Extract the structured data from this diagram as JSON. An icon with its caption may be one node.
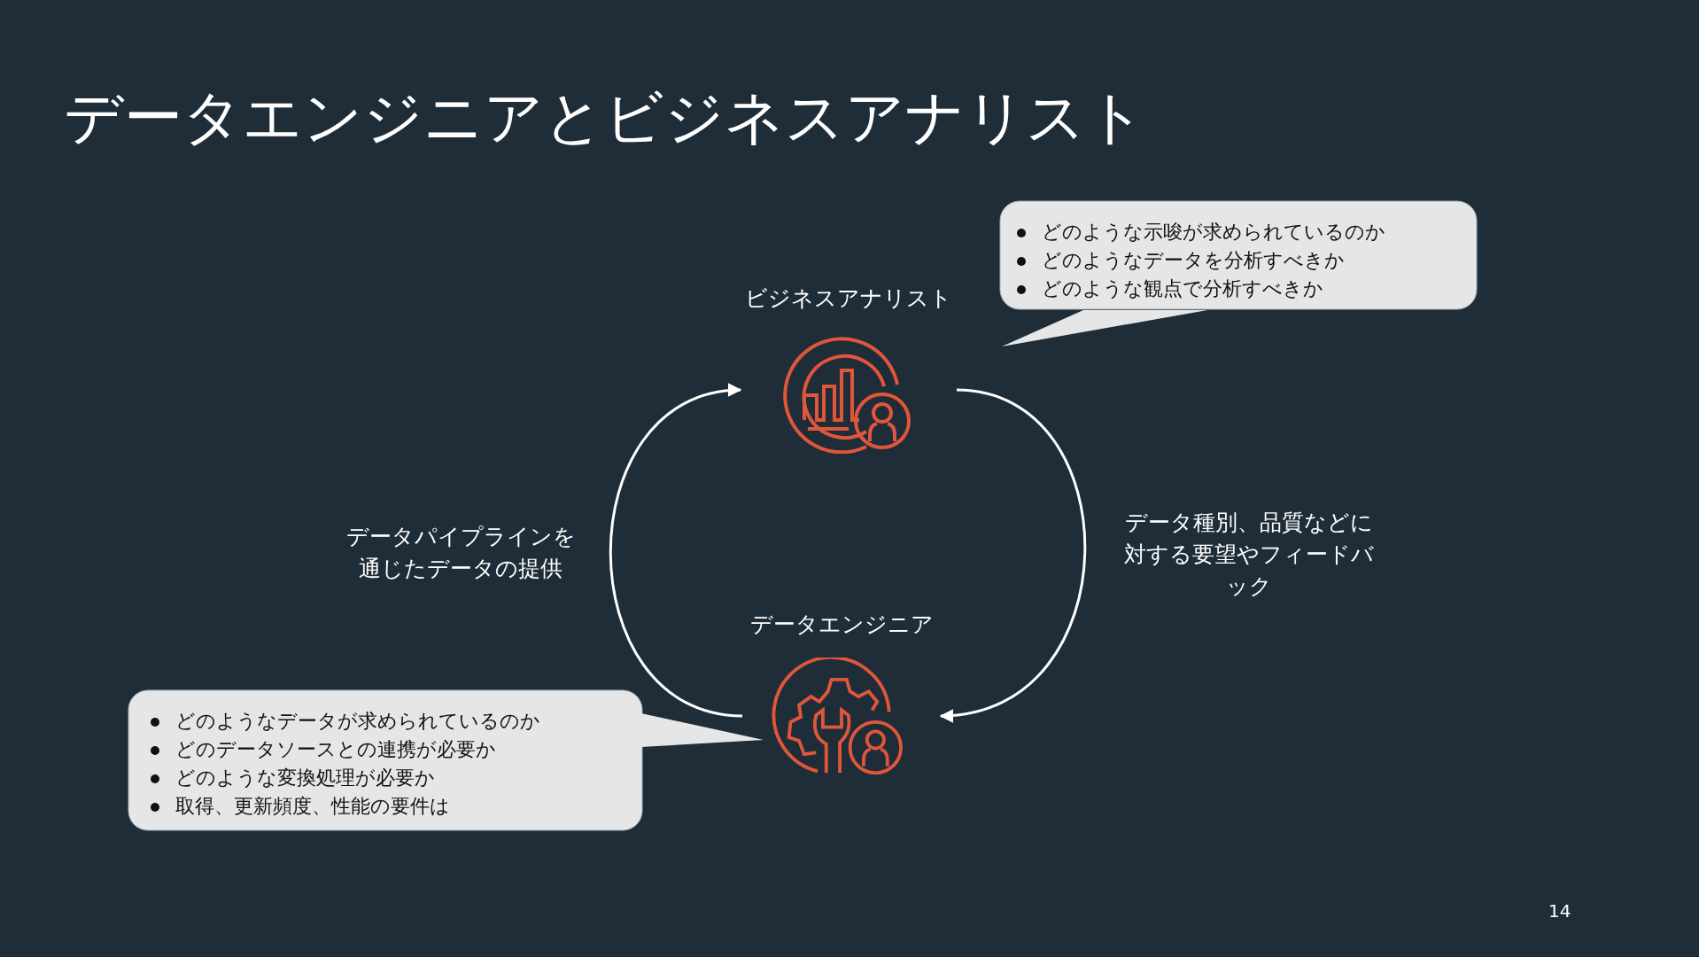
{
  "diagram": {
    "title": "データエンジニアとビジネスアナリスト",
    "nodes": [
      {
        "text": [
          "ビジネスアナリスト"
        ]
      },
      {
        "text": [
          "データエンジニア"
        ]
      },
      {
        "text": [
          "どのような示唆が求められているのか",
          "どのようなデータを分析すべきか",
          "どのような観点で分析すべきか"
        ]
      },
      {
        "text": [
          "どのようなデータが求められているのか",
          "どのデータソースとの連携が必要か",
          "どのような変換処理が必要か",
          "取得、更新頻度、性能の要件は"
        ]
      }
    ],
    "edges": [
      {
        "from": 1,
        "to": 0,
        "arrow": "to",
        "label": "データパイプラインを通じたデータの提供"
      },
      {
        "from": 0,
        "to": 1,
        "arrow": "to",
        "label": "データ種別、品質などに対する要望やフィードバック"
      }
    ],
    "labels": [
      "14"
    ]
  }
}
